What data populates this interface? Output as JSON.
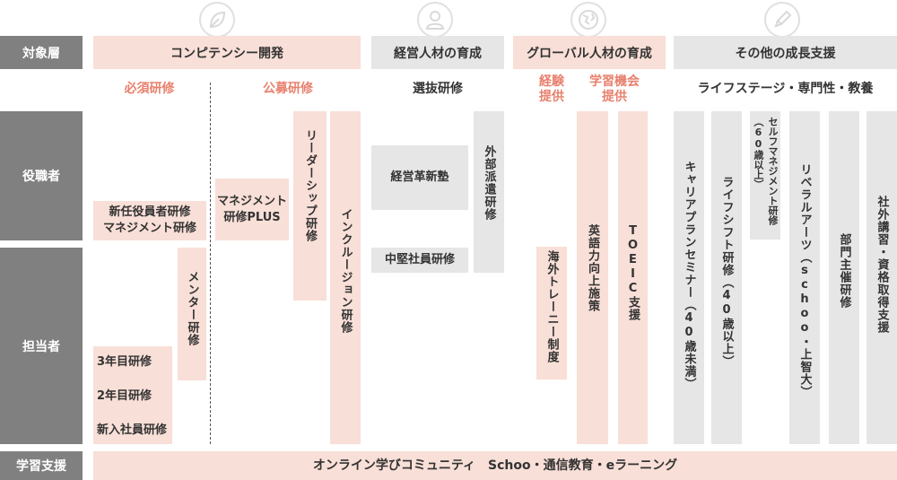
{
  "row_labels": {
    "target": "対象層",
    "managers": "役職者",
    "staff": "担当者",
    "learning": "学習支援"
  },
  "categories": {
    "competency": "コンピテンシー開発",
    "management": "経営人材の育成",
    "global": "グローバル人材の育成",
    "other": "その他の成長支援"
  },
  "subheaders": {
    "required": "必須研修",
    "open": "公募研修",
    "selection": "選抜研修",
    "experience": "経験\n提供",
    "learning_opportunity": "学習機会\n提供",
    "life": "ライフステージ・専門性・教養"
  },
  "programs": {
    "new_exec": "新任役員者研修\nマネジメント研修",
    "year3": "3年目研修",
    "year2": "2年目研修",
    "new_hire": "新入社員研修",
    "mentor": "メンター研修",
    "mgmt_plus": "マネジメント\n研修PLUS",
    "leadership": "リーダーシップ研修",
    "inclusion": "インクルージョン研修",
    "innovation": "経営革新塾",
    "midlevel": "中堅社員研修",
    "dispatch": "外部派遣研修",
    "overseas": "海外トレーニー制度",
    "english": "英語力向上施策",
    "toeic": "TOEIC支援",
    "career": "キャリアプランセミナー（40歳未満）",
    "lifeshift": "ライフシフト研修（40歳以上）",
    "selfmgmt": "セルフマネジメント研修（60歳以上）",
    "liberal": "リベラルアーツ（schoo・上智大）",
    "dept": "部門主催研修",
    "external": "社外講習・資格取得支援"
  },
  "learning_support": "オンライン学びコミュニティ　Schoo・通信教育・eラーニング",
  "colors": {
    "pink": "#f8dfd7",
    "gray": "#e6e6e6",
    "dark": "#808080",
    "accent": "#e8806d"
  },
  "icons": [
    "leaf-icon",
    "person-icon",
    "globe-icon",
    "pencil-icon"
  ]
}
